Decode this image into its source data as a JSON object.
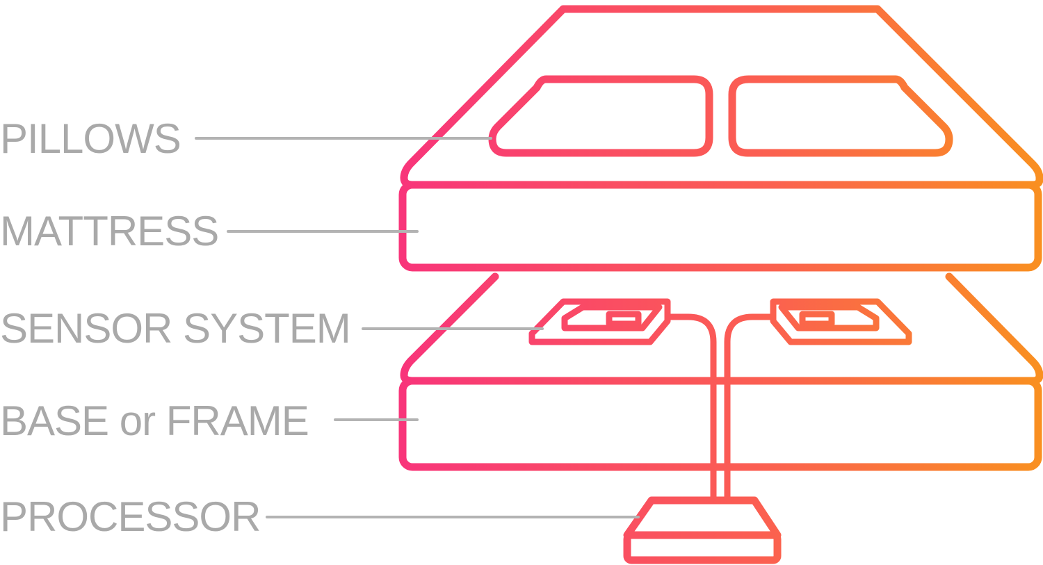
{
  "labels": {
    "pillows": "PILLOWS",
    "mattress": "MATTRESS",
    "sensor_system": "SENSOR SYSTEM",
    "base_or_frame": "BASE or FRAME",
    "processor": "PROCESSOR"
  },
  "colors": {
    "gradient_start": "#f8357a",
    "gradient_end": "#f99020",
    "leader_line": "#b3b3b3",
    "label_text": "#a9a9a9"
  }
}
